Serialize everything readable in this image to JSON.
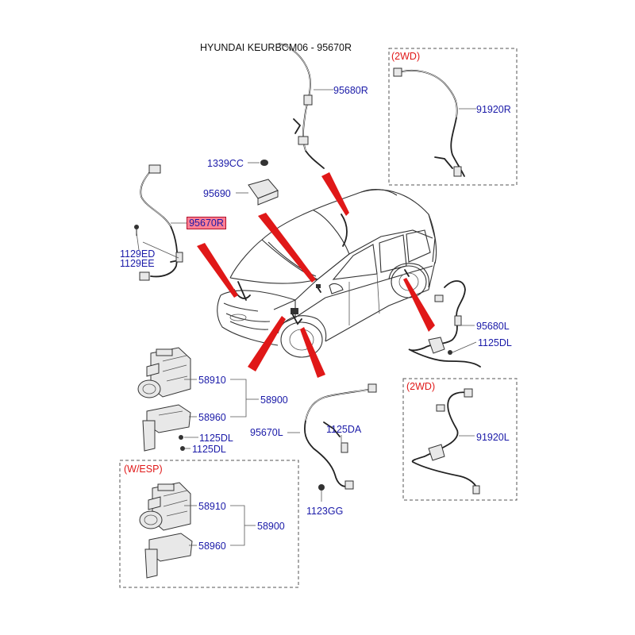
{
  "title": "HYUNDAI KEURBCM06 - 95670R",
  "highlight": {
    "part": "95670R",
    "color": "#ff7f94"
  },
  "colors": {
    "label": "#1a1aa8",
    "variant": "#e01818",
    "pointer": "#e01818",
    "linework": "#333333"
  },
  "labels": {
    "p95680R": "95680R",
    "p91920R": "91920R",
    "p1339CC": "1339CC",
    "p95690": "95690",
    "p1129ED": "1129ED",
    "p1129EE": "1129EE",
    "p95680L": "95680L",
    "p1125DL_rear": "1125DL",
    "p58910": "58910",
    "p58900": "58900",
    "p58960": "58960",
    "p1125DL_a": "1125DL",
    "p1125DL_b": "1125DL",
    "p95670L": "95670L",
    "p1125DA": "1125DA",
    "p1123GG": "1123GG",
    "p91920L": "91920L",
    "esp58910": "58910",
    "esp58900": "58900",
    "esp58960": "58960"
  },
  "variants": {
    "rear_right_2wd": "(2WD)",
    "rear_left_2wd": "(2WD)",
    "esp": "(W/ESP)"
  }
}
